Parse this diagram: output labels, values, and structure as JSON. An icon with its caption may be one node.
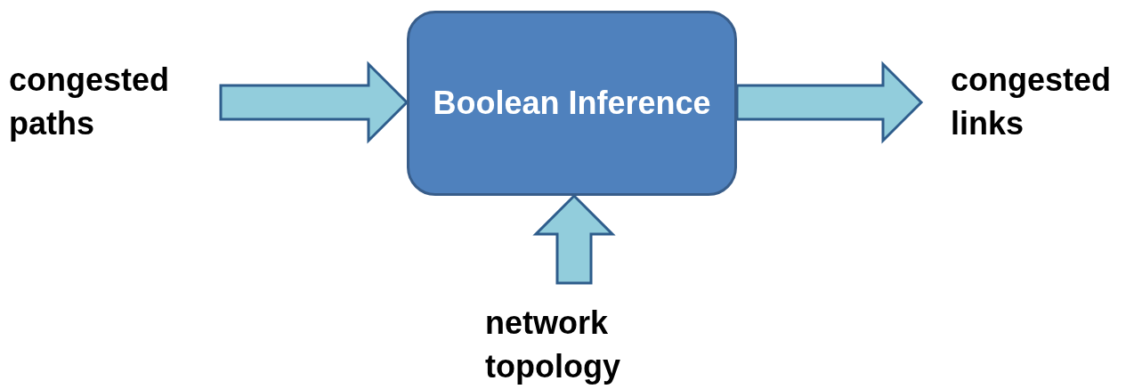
{
  "diagram": {
    "nodes": [
      {
        "text": [
          "congested paths"
        ]
      },
      {
        "text": [
          "Boolean Inference"
        ]
      },
      {
        "text": [
          "congested links"
        ]
      },
      {
        "text": [
          "network topology"
        ]
      }
    ],
    "edges": [
      {
        "from": 0,
        "to": 1,
        "arrow": "to"
      },
      {
        "from": 1,
        "to": 2,
        "arrow": "to"
      },
      {
        "from": 3,
        "to": 1,
        "arrow": "to"
      }
    ]
  }
}
